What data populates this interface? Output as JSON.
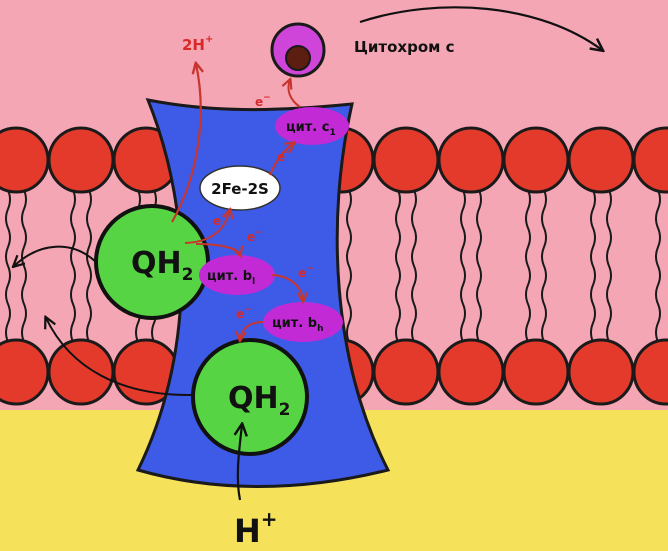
{
  "colors": {
    "outside": "#f4a6b4",
    "inside": "#f6e25a",
    "protein": "#3e5be8",
    "lipid_head": "#e33a2c",
    "quinol": "#56d443",
    "cytochrome_label_bg": "#c22ad6",
    "cyt_c_outer": "#cf45d9",
    "cyt_c_inner": "#5b1e10",
    "electron_arrow": "#c8352d",
    "proton_label": "#d62a2a"
  },
  "labels": {
    "cytochrome_c": "Цитохром с",
    "proton_out": "2H",
    "proton_out_sup": "+",
    "proton_in": "H",
    "proton_in_sup": "+",
    "qh2_upper": "QH",
    "qh2_upper_sub": "2",
    "qh2_lower": "QH",
    "qh2_lower_sub": "2",
    "fe_s": "2Fe-2S",
    "cyt_c1": "цит. с",
    "cyt_c1_sub": "1",
    "cyt_bl": "цит. b",
    "cyt_bl_sub": "l",
    "cyt_bh": "цит. b",
    "cyt_bh_sub": "h",
    "electron": "e",
    "electron_sup": "−"
  }
}
